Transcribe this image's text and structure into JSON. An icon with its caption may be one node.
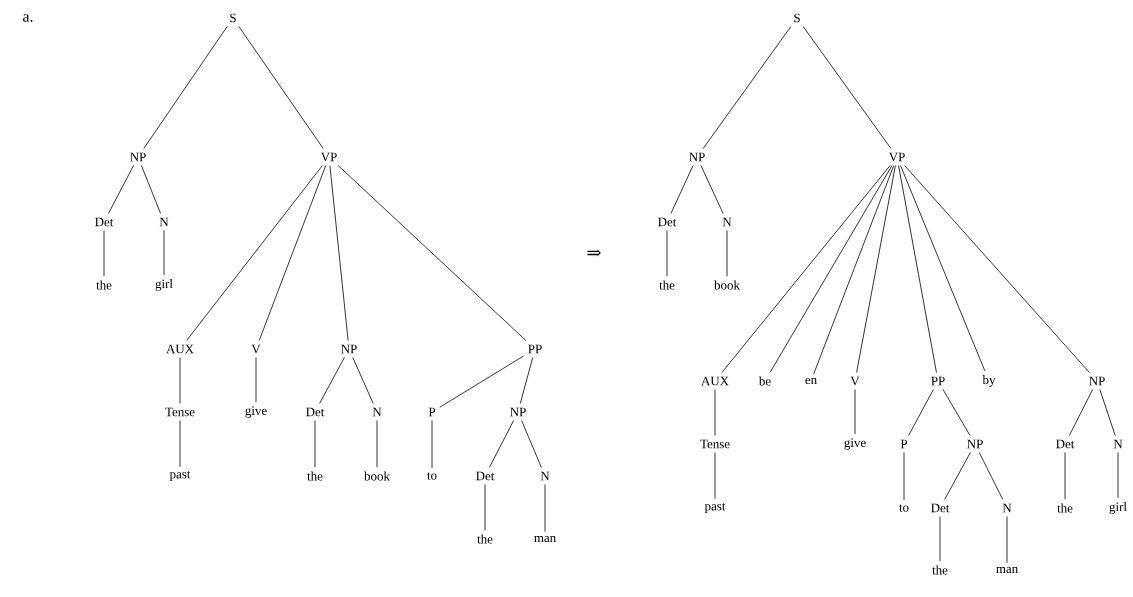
{
  "diagram": {
    "nodes": [
      {
        "text": [
          "S"
        ]
      },
      {
        "text": [
          "NP"
        ]
      },
      {
        "text": [
          "VP"
        ]
      },
      {
        "text": [
          "Det"
        ]
      },
      {
        "text": [
          "N"
        ]
      },
      {
        "text": [
          "the"
        ]
      },
      {
        "text": [
          "girl"
        ]
      },
      {
        "text": [
          "AUX"
        ]
      },
      {
        "text": [
          "V"
        ]
      },
      {
        "text": [
          "NP"
        ]
      },
      {
        "text": [
          "PP"
        ]
      },
      {
        "text": [
          "Tense"
        ]
      },
      {
        "text": [
          "give"
        ]
      },
      {
        "text": [
          "Det"
        ]
      },
      {
        "text": [
          "N"
        ]
      },
      {
        "text": [
          "past"
        ]
      },
      {
        "text": [
          "the"
        ]
      },
      {
        "text": [
          "book"
        ]
      },
      {
        "text": [
          "P"
        ]
      },
      {
        "text": [
          "NP"
        ]
      },
      {
        "text": [
          "to"
        ]
      },
      {
        "text": [
          "Det"
        ]
      },
      {
        "text": [
          "N"
        ]
      },
      {
        "text": [
          "the"
        ]
      },
      {
        "text": [
          "man"
        ]
      },
      {
        "text": [
          "S"
        ]
      },
      {
        "text": [
          "NP"
        ]
      },
      {
        "text": [
          "VP"
        ]
      },
      {
        "text": [
          "Det"
        ]
      },
      {
        "text": [
          "N"
        ]
      },
      {
        "text": [
          "the"
        ]
      },
      {
        "text": [
          "book"
        ]
      },
      {
        "text": [
          "AUX"
        ]
      },
      {
        "text": [
          "be"
        ]
      },
      {
        "text": [
          "en"
        ]
      },
      {
        "text": [
          "V"
        ]
      },
      {
        "text": [
          "PP"
        ]
      },
      {
        "text": [
          "by"
        ]
      },
      {
        "text": [
          "NP"
        ]
      },
      {
        "text": [
          "Tense"
        ]
      },
      {
        "text": [
          "give"
        ]
      },
      {
        "text": [
          "P"
        ]
      },
      {
        "text": [
          "NP"
        ]
      },
      {
        "text": [
          "Det"
        ]
      },
      {
        "text": [
          "N"
        ]
      },
      {
        "text": [
          "past"
        ]
      },
      {
        "text": [
          "to"
        ]
      },
      {
        "text": [
          "Det"
        ]
      },
      {
        "text": [
          "N"
        ]
      },
      {
        "text": [
          "the"
        ]
      },
      {
        "text": [
          "girl"
        ]
      },
      {
        "text": [
          "the"
        ]
      },
      {
        "text": [
          "man"
        ]
      }
    ],
    "edges": [
      {
        "from": 0,
        "to": 1,
        "arrow": "none"
      },
      {
        "from": 0,
        "to": 2,
        "arrow": "none"
      },
      {
        "from": 1,
        "to": 3,
        "arrow": "none"
      },
      {
        "from": 1,
        "to": 4,
        "arrow": "none"
      },
      {
        "from": 3,
        "to": 5,
        "arrow": "none"
      },
      {
        "from": 4,
        "to": 6,
        "arrow": "none"
      },
      {
        "from": 2,
        "to": 7,
        "arrow": "none"
      },
      {
        "from": 2,
        "to": 8,
        "arrow": "none"
      },
      {
        "from": 2,
        "to": 9,
        "arrow": "none"
      },
      {
        "from": 2,
        "to": 10,
        "arrow": "none"
      },
      {
        "from": 7,
        "to": 11,
        "arrow": "none"
      },
      {
        "from": 11,
        "to": 15,
        "arrow": "none"
      },
      {
        "from": 8,
        "to": 12,
        "arrow": "none"
      },
      {
        "from": 9,
        "to": 13,
        "arrow": "none"
      },
      {
        "from": 9,
        "to": 14,
        "arrow": "none"
      },
      {
        "from": 13,
        "to": 16,
        "arrow": "none"
      },
      {
        "from": 14,
        "to": 17,
        "arrow": "none"
      },
      {
        "from": 10,
        "to": 18,
        "arrow": "none"
      },
      {
        "from": 10,
        "to": 19,
        "arrow": "none"
      },
      {
        "from": 18,
        "to": 20,
        "arrow": "none"
      },
      {
        "from": 19,
        "to": 21,
        "arrow": "none"
      },
      {
        "from": 19,
        "to": 22,
        "arrow": "none"
      },
      {
        "from": 21,
        "to": 23,
        "arrow": "none"
      },
      {
        "from": 22,
        "to": 24,
        "arrow": "none"
      },
      {
        "from": 25,
        "to": 26,
        "arrow": "none"
      },
      {
        "from": 25,
        "to": 27,
        "arrow": "none"
      },
      {
        "from": 26,
        "to": 28,
        "arrow": "none"
      },
      {
        "from": 26,
        "to": 29,
        "arrow": "none"
      },
      {
        "from": 28,
        "to": 30,
        "arrow": "none"
      },
      {
        "from": 29,
        "to": 31,
        "arrow": "none"
      },
      {
        "from": 27,
        "to": 32,
        "arrow": "none"
      },
      {
        "from": 27,
        "to": 33,
        "arrow": "none"
      },
      {
        "from": 27,
        "to": 34,
        "arrow": "none"
      },
      {
        "from": 27,
        "to": 35,
        "arrow": "none"
      },
      {
        "from": 27,
        "to": 36,
        "arrow": "none"
      },
      {
        "from": 27,
        "to": 37,
        "arrow": "none"
      },
      {
        "from": 27,
        "to": 38,
        "arrow": "none"
      },
      {
        "from": 32,
        "to": 39,
        "arrow": "none"
      },
      {
        "from": 39,
        "to": 45,
        "arrow": "none"
      },
      {
        "from": 35,
        "to": 40,
        "arrow": "none"
      },
      {
        "from": 36,
        "to": 41,
        "arrow": "none"
      },
      {
        "from": 36,
        "to": 42,
        "arrow": "none"
      },
      {
        "from": 41,
        "to": 46,
        "arrow": "none"
      },
      {
        "from": 42,
        "to": 47,
        "arrow": "none"
      },
      {
        "from": 42,
        "to": 48,
        "arrow": "none"
      },
      {
        "from": 47,
        "to": 51,
        "arrow": "none"
      },
      {
        "from": 48,
        "to": 52,
        "arrow": "none"
      },
      {
        "from": 38,
        "to": 43,
        "arrow": "none"
      },
      {
        "from": 38,
        "to": 44,
        "arrow": "none"
      },
      {
        "from": 43,
        "to": 49,
        "arrow": "none"
      },
      {
        "from": 44,
        "to": 50,
        "arrow": "none"
      }
    ],
    "labels": [
      "a.",
      "⇒"
    ]
  }
}
